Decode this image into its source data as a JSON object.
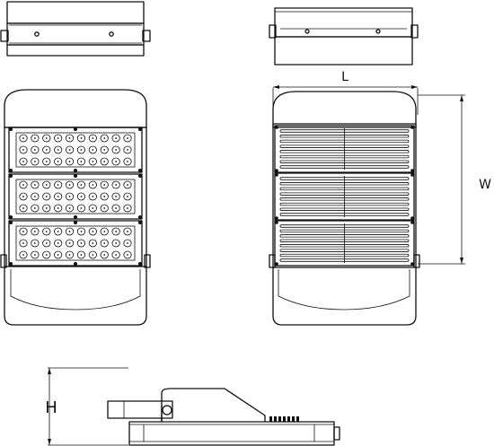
{
  "dimensions": {
    "length_label": "L",
    "width_label": "W",
    "height_label": "H"
  },
  "colors": {
    "line": "#111111",
    "background": "#ffffff"
  },
  "led_module": {
    "rows": 3,
    "columns": 10,
    "count": 3
  },
  "heatsink_module": {
    "fins": 8,
    "count": 3
  }
}
